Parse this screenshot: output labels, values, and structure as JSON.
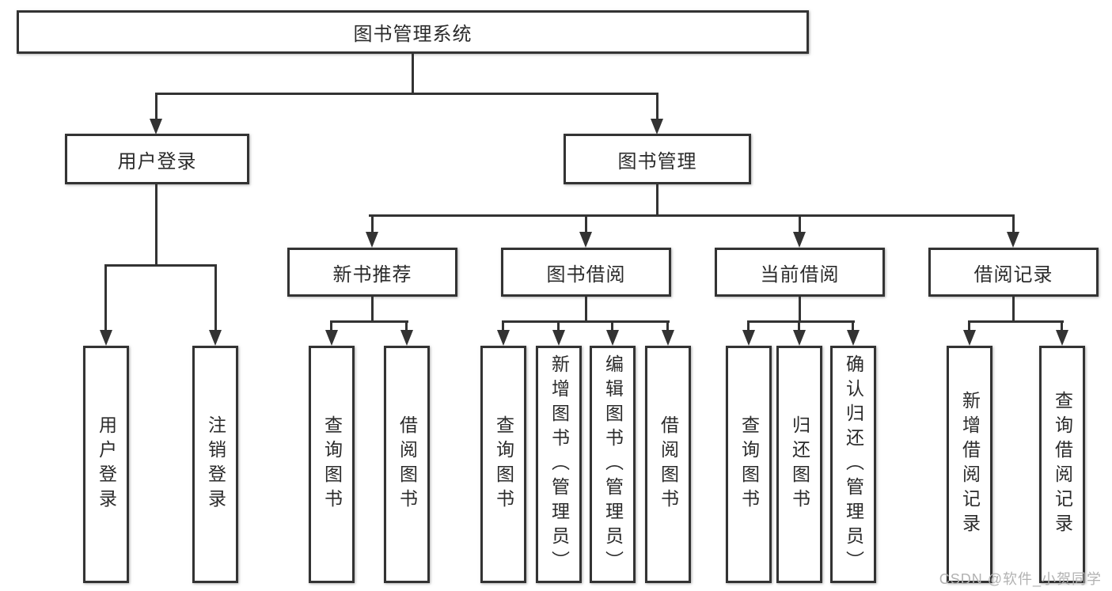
{
  "diagram": {
    "title_node": {
      "label": "图书管理系统"
    },
    "level1": {
      "user_login": {
        "label": "用户登录"
      },
      "book_mgmt": {
        "label": "图书管理"
      }
    },
    "level2": {
      "new_book_rec": {
        "label": "新书推荐"
      },
      "book_borrow": {
        "label": "图书借阅"
      },
      "current_borrow": {
        "label": "当前借阅"
      },
      "borrow_records": {
        "label": "借阅记录"
      }
    },
    "leaves": {
      "login_user_login": {
        "label": "用户登录"
      },
      "login_logout": {
        "label": "注销登录"
      },
      "rec_query_books": {
        "label": "查询图书"
      },
      "rec_borrow_books": {
        "label": "借阅图书"
      },
      "bb_query_books": {
        "label": "查询图书"
      },
      "bb_add_books": {
        "label": "新增图书（管理员）"
      },
      "bb_edit_books": {
        "label": "编辑图书（管理员）"
      },
      "bb_borrow_books": {
        "label": "借阅图书"
      },
      "cb_query_books": {
        "label": "查询图书"
      },
      "cb_return_books": {
        "label": "归还图书"
      },
      "cb_confirm_return": {
        "label": "确认归还（管理员）"
      },
      "br_add_record": {
        "label": "新增借阅记录"
      },
      "br_query_record": {
        "label": "查询借阅记录"
      }
    },
    "watermark": {
      "text": "CSDN @软件_小贺同学"
    },
    "colors": {
      "line": "#333333",
      "text": "#2b2b2b",
      "watermark": "#b2b2b2",
      "background": "#ffffff"
    }
  }
}
